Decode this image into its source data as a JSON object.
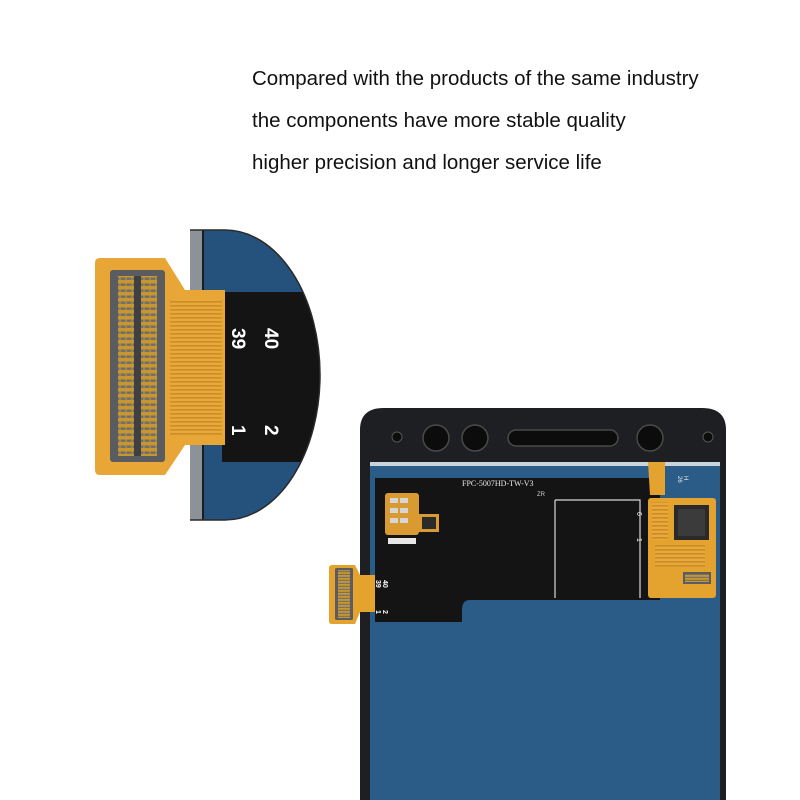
{
  "caption": {
    "line1": "Compared with the products of the same industry",
    "line2": "the components have more stable quality",
    "line3": "higher precision and longer service life"
  },
  "zoom_inset": {
    "pin_top_a": "39",
    "pin_top_b": "40",
    "pin_bottom_a": "1",
    "pin_bottom_b": "2"
  },
  "panel": {
    "fpc_label": "FPC-5007HD-TW-V3",
    "fpc_sub": "ZR",
    "pin_top_a": "39",
    "pin_top_b": "40",
    "pin_bottom_a": "1",
    "pin_bottom_b": "2",
    "small_a": "6",
    "small_b": "1",
    "side_text_a": "26",
    "side_text_b": "H"
  },
  "colors": {
    "panel_blue": "#2a5a86",
    "frame": "#1d1f22",
    "flex_amber": "#e4a22f",
    "connector": "#5c5f62"
  }
}
